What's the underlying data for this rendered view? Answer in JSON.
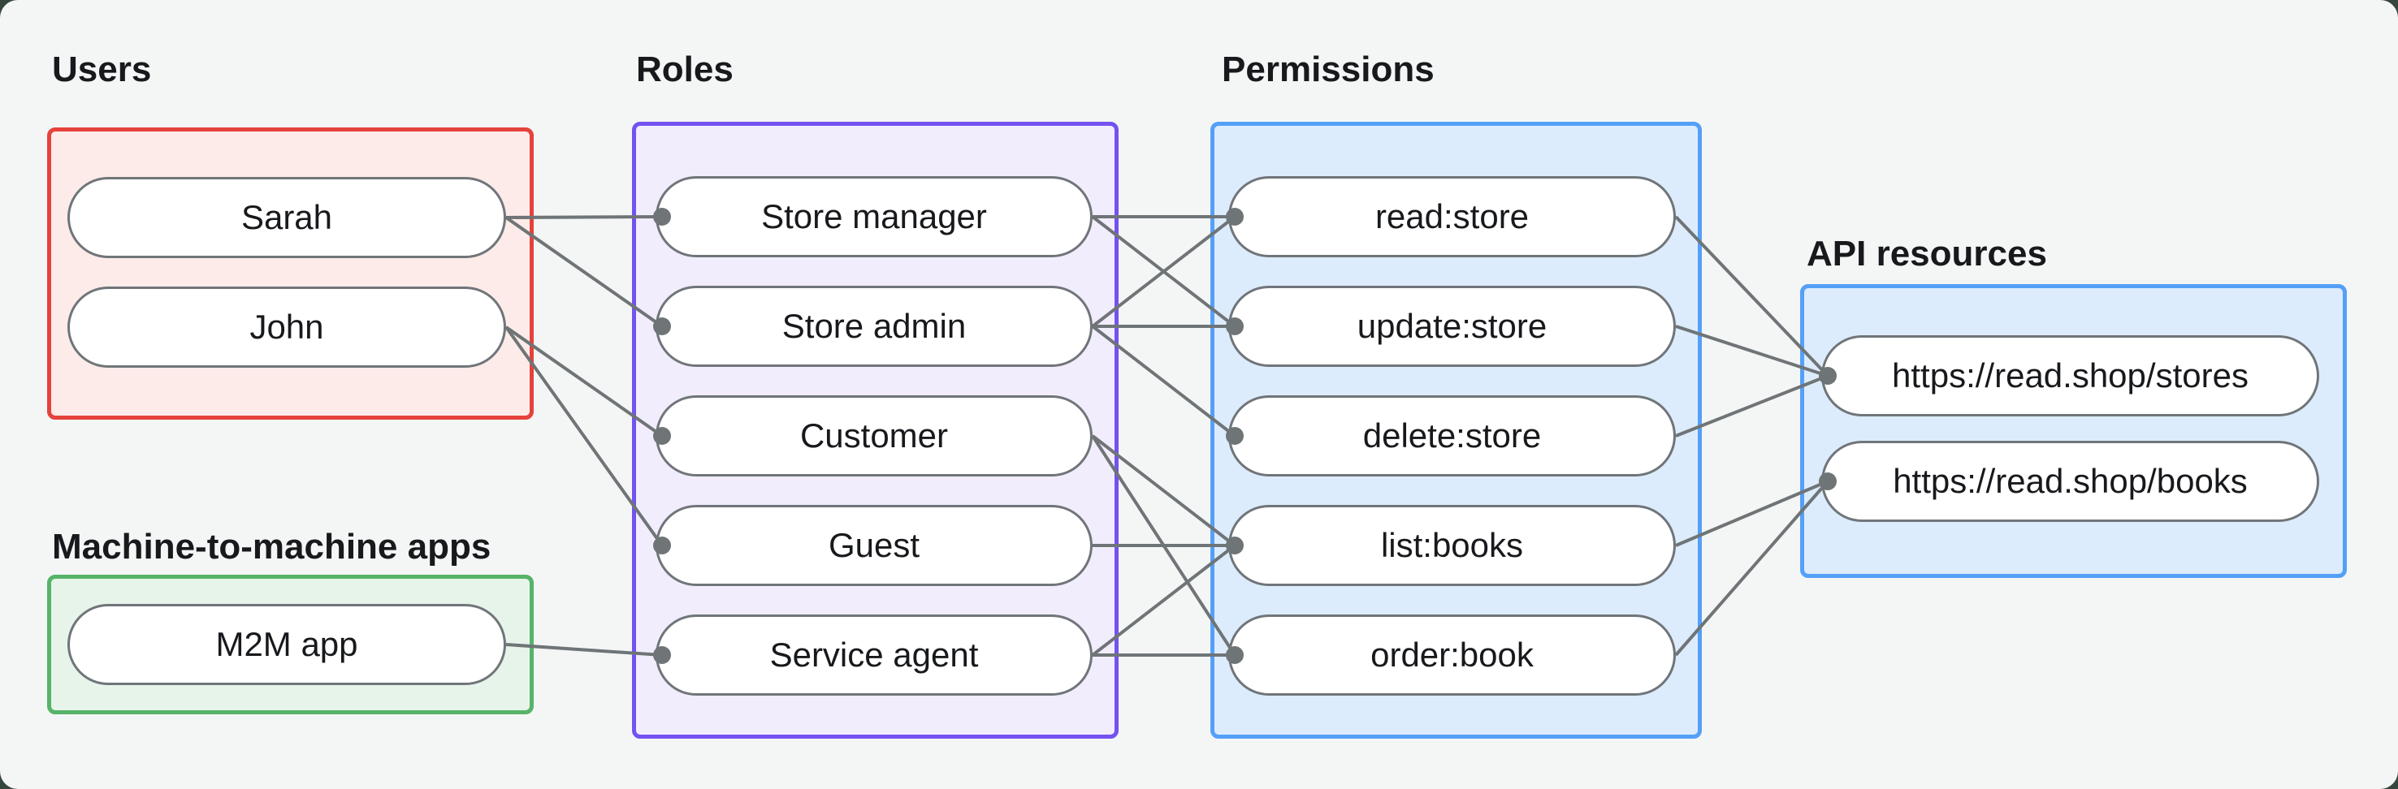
{
  "groups": {
    "users": {
      "label": "Users",
      "items": [
        {
          "id": "sarah",
          "label": "Sarah"
        },
        {
          "id": "john",
          "label": "John"
        }
      ]
    },
    "m2m": {
      "label": "Machine-to-machine apps",
      "items": [
        {
          "id": "m2m_app",
          "label": "M2M app"
        }
      ]
    },
    "roles": {
      "label": "Roles",
      "items": [
        {
          "id": "store_manager",
          "label": "Store manager"
        },
        {
          "id": "store_admin",
          "label": "Store admin"
        },
        {
          "id": "customer",
          "label": "Customer"
        },
        {
          "id": "guest",
          "label": "Guest"
        },
        {
          "id": "service_agent",
          "label": "Service agent"
        }
      ]
    },
    "permissions": {
      "label": "Permissions",
      "items": [
        {
          "id": "read_store",
          "label": "read:store"
        },
        {
          "id": "update_store",
          "label": "update:store"
        },
        {
          "id": "delete_store",
          "label": "delete:store"
        },
        {
          "id": "list_books",
          "label": "list:books"
        },
        {
          "id": "order_book",
          "label": "order:book"
        }
      ]
    },
    "api_resources": {
      "label": "API resources",
      "items": [
        {
          "id": "stores",
          "label": "https://read.shop/stores"
        },
        {
          "id": "books",
          "label": "https://read.shop/books"
        }
      ]
    }
  },
  "edges": [
    [
      "sarah",
      "store_manager"
    ],
    [
      "sarah",
      "store_admin"
    ],
    [
      "john",
      "customer"
    ],
    [
      "john",
      "guest"
    ],
    [
      "m2m_app",
      "service_agent"
    ],
    [
      "store_manager",
      "read_store"
    ],
    [
      "store_manager",
      "update_store"
    ],
    [
      "store_admin",
      "read_store"
    ],
    [
      "store_admin",
      "update_store"
    ],
    [
      "store_admin",
      "delete_store"
    ],
    [
      "customer",
      "list_books"
    ],
    [
      "customer",
      "order_book"
    ],
    [
      "guest",
      "list_books"
    ],
    [
      "service_agent",
      "list_books"
    ],
    [
      "service_agent",
      "order_book"
    ],
    [
      "read_store",
      "stores"
    ],
    [
      "update_store",
      "stores"
    ],
    [
      "delete_store",
      "stores"
    ],
    [
      "list_books",
      "books"
    ],
    [
      "order_book",
      "books"
    ]
  ],
  "colors": {
    "background": "#f4f6f6",
    "frame": "#35463c",
    "text": "#17191c",
    "line": "#6f7477",
    "pill_border": "#707579",
    "users_border": "#e5423c",
    "users_fill": "#fcebe9",
    "m2m_border": "#57b368",
    "m2m_fill": "#e7f4ea",
    "roles_border": "#7452f0",
    "roles_fill": "#f2edfd",
    "permissions_border": "#55a0f7",
    "permissions_fill": "#ddecfc",
    "api_border": "#55a0f7",
    "api_fill": "#ddecfc"
  }
}
